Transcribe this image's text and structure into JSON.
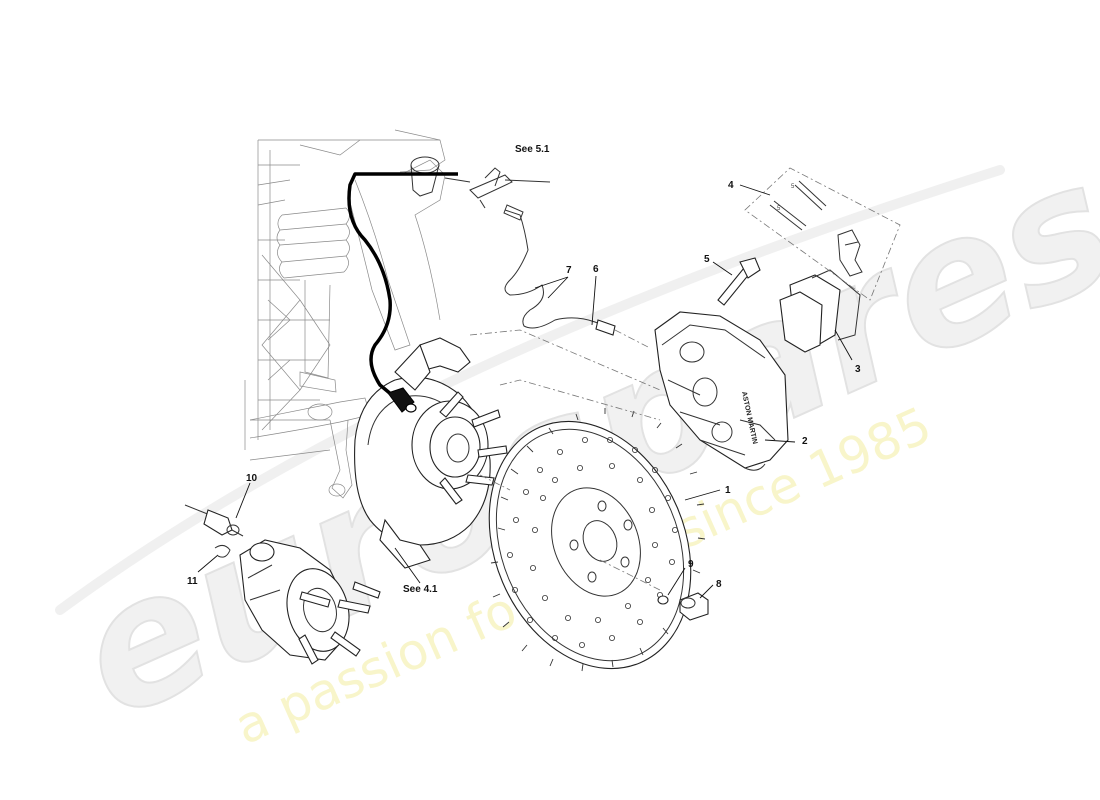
{
  "diagram": {
    "references": {
      "see_5_1": "See  5.1",
      "see_4_1": "See  4.1"
    },
    "callouts": [
      "1",
      "2",
      "3",
      "4",
      "5",
      "6",
      "7",
      "8",
      "9",
      "10",
      "11"
    ],
    "caliper_brand": "ASTON MARTIN"
  },
  "watermark": {
    "logo": "eurospares",
    "tagline": "a passion for parts since 1985"
  }
}
